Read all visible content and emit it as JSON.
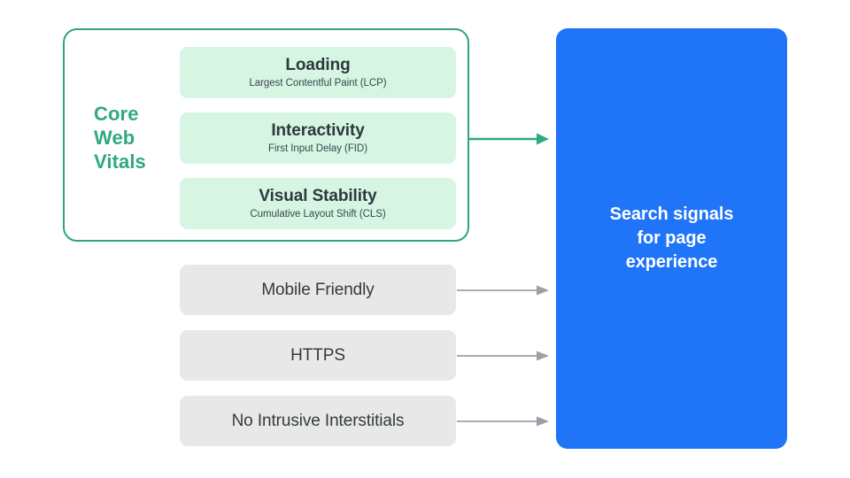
{
  "diagram": {
    "title": "Search signals for page experience",
    "colors": {
      "green_accent": "#2EA97E",
      "green_border": "#30A47C",
      "green_card_fill": "#D6F5E3",
      "gray_box_fill": "#E8E8E8",
      "gray_arrow": "#9AA0A6",
      "blue_panel": "#1F74F7",
      "dark_text": "#2B3A3A",
      "white_text": "#FFFFFF"
    }
  },
  "core_web_vitals": {
    "group_label": "Core\nWeb\nVitals",
    "metrics": [
      {
        "title": "Loading",
        "subtitle": "Largest Contentful Paint (LCP)"
      },
      {
        "title": "Interactivity",
        "subtitle": "First Input Delay (FID)"
      },
      {
        "title": "Visual Stability",
        "subtitle": "Cumulative Layout Shift (CLS)"
      }
    ]
  },
  "other_signals": [
    {
      "label": "Mobile Friendly"
    },
    {
      "label": "HTTPS"
    },
    {
      "label": "No Intrusive Interstitials"
    }
  ],
  "destination": {
    "label": "Search signals\nfor page\nexperience"
  },
  "connectors": [
    {
      "name": "core-web-vitals-to-search-signals",
      "color": "#2EA97E"
    },
    {
      "name": "mobile-friendly-to-search-signals",
      "color": "#9AA0A6"
    },
    {
      "name": "https-to-search-signals",
      "color": "#9AA0A6"
    },
    {
      "name": "no-intrusive-interstitials-to-search-signals",
      "color": "#9AA0A6"
    }
  ]
}
